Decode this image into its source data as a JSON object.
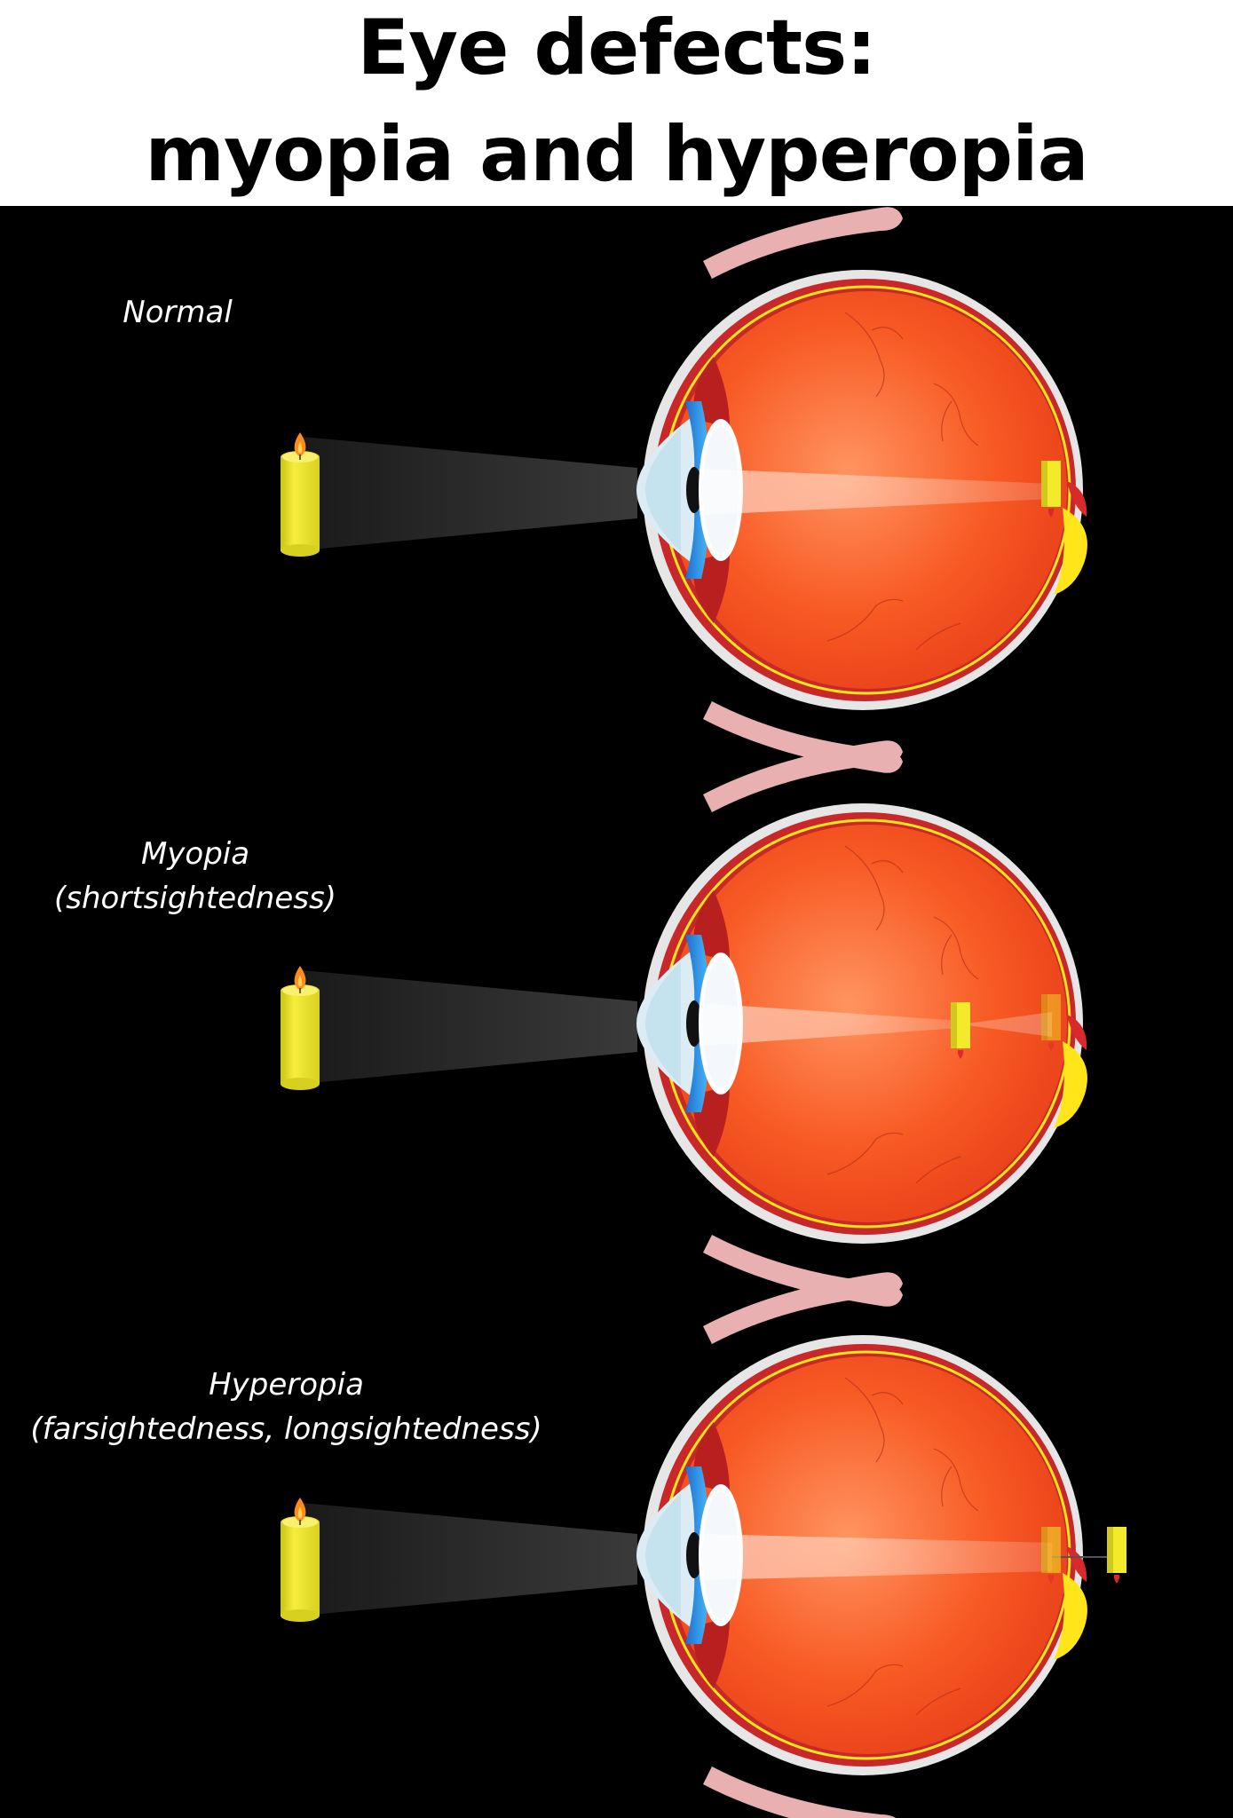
{
  "title": {
    "line1": "Eye defects:",
    "line2": "myopia and hyperopia"
  },
  "panels": [
    {
      "id": "normal",
      "label_lines": [
        "Normal"
      ],
      "focus": "on-retina"
    },
    {
      "id": "myopia",
      "label_lines": [
        "Myopia",
        "(shortsightedness)"
      ],
      "focus": "in-front-of-retina"
    },
    {
      "id": "hyperopia",
      "label_lines": [
        "Hyperopia",
        "(farsightedness, longsightedness)"
      ],
      "focus": "behind-retina"
    }
  ],
  "colors": {
    "background": "#000000",
    "header": "#ffffff",
    "eyeball": "#f24f1e",
    "eyeball_light": "#ff8a4a",
    "choroid": "#c8282a",
    "retina_line": "#ffe51a",
    "sclera": "#e4e4e4",
    "eyelid": "#e8a8a8",
    "cornea": "#dff0f8",
    "iris": "#2a8fe0",
    "lens": "#ffffff",
    "candle": "#f2ea2a",
    "flame": "#ff8c1a",
    "blind_spot": "#ffe51a"
  },
  "icons": [
    "candle-icon",
    "eye-cross-section-icon",
    "image-candle-icon"
  ]
}
